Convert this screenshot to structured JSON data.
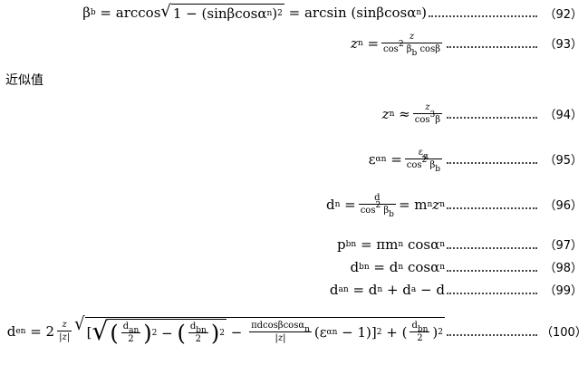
{
  "equations": [
    {
      "num": "（92）"
    },
    {
      "num": "（93）"
    },
    {
      "num": "（94）"
    },
    {
      "num": "（95）"
    },
    {
      "num": "（96）"
    },
    {
      "num": "（97）"
    },
    {
      "num": "（98）"
    },
    {
      "num": "（99）"
    },
    {
      "num": "（100）"
    }
  ],
  "section_label": "近似值"
}
